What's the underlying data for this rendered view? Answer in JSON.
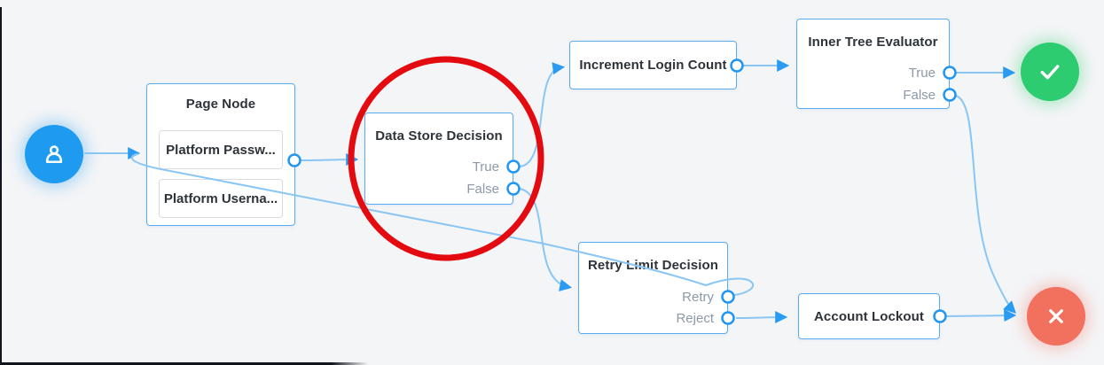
{
  "colors": {
    "background": "#f4f5f7",
    "node_border": "#58adf1",
    "wire_blue": "#8ac6f4",
    "accent_blue": "#2196f3",
    "success_green": "#2ecc71",
    "failure_red": "#f2705e",
    "annotation_red": "#e30b10",
    "title_text": "#2d3339",
    "port_text": "#8d99a8",
    "window_edge": "#10141d"
  },
  "nodes": {
    "start": {
      "icon": "user-icon"
    },
    "page_node": {
      "title": "Page Node",
      "items": [
        "Platform Passw...",
        "Platform Userna..."
      ]
    },
    "data_store_decision": {
      "title": "Data Store Decision",
      "outputs": [
        "True",
        "False"
      ]
    },
    "increment_login_count": {
      "title": "Increment Login Count"
    },
    "inner_tree_evaluator": {
      "title": "Inner Tree Evaluator",
      "outputs": [
        "True",
        "False"
      ]
    },
    "retry_limit_decision": {
      "title": "Retry Limit Decision",
      "outputs": [
        "Retry",
        "Reject"
      ]
    },
    "account_lockout": {
      "title": "Account Lockout"
    },
    "success_exit": {
      "icon": "check-icon"
    },
    "failure_exit": {
      "icon": "x-icon"
    }
  },
  "annotation": {
    "shape": "red-ellipse",
    "highlights": "Data Store Decision"
  }
}
